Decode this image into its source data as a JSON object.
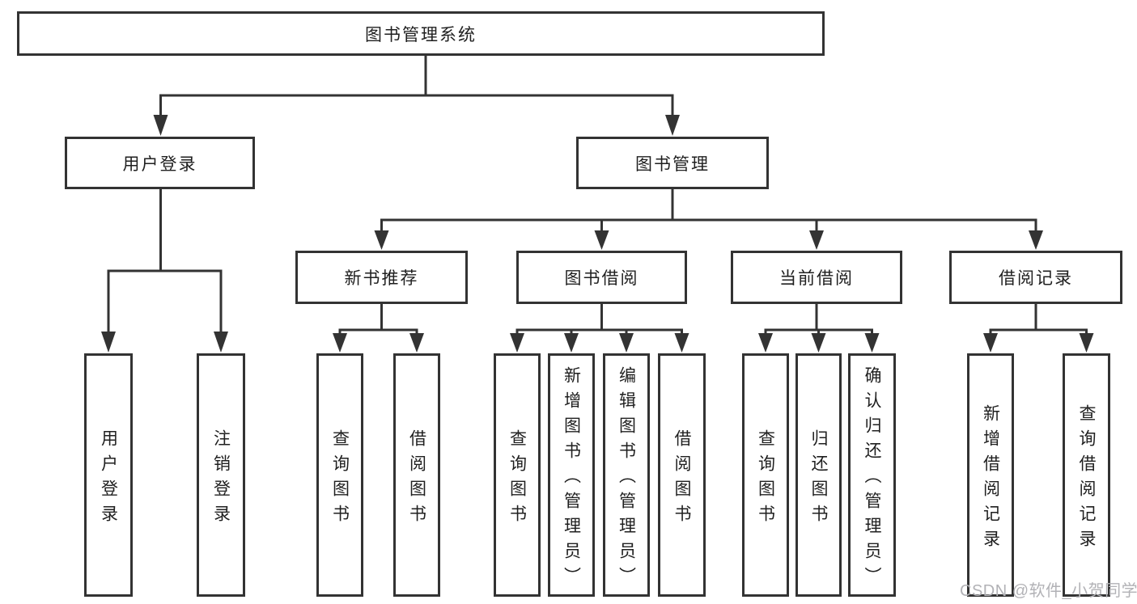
{
  "diagram": {
    "root": {
      "id": "library-management-system",
      "label": "图书管理系统"
    },
    "level2": [
      {
        "id": "user-login-module",
        "label": "用户登录",
        "parent": "图书管理系统"
      },
      {
        "id": "book-management-module",
        "label": "图书管理",
        "parent": "图书管理系统"
      }
    ],
    "level3": [
      {
        "id": "new-book-recommend",
        "label": "新书推荐",
        "parent": "图书管理"
      },
      {
        "id": "book-borrow",
        "label": "图书借阅",
        "parent": "图书管理"
      },
      {
        "id": "current-borrow",
        "label": "当前借阅",
        "parent": "图书管理"
      },
      {
        "id": "borrow-records",
        "label": "借阅记录",
        "parent": "图书管理"
      }
    ],
    "leaves": [
      {
        "id": "user-login",
        "label": "用户登录",
        "parent": "用户登录"
      },
      {
        "id": "logout",
        "label": "注销登录",
        "parent": "用户登录"
      },
      {
        "id": "query-books-1",
        "label": "查询图书",
        "parent": "新书推荐"
      },
      {
        "id": "borrow-books-1",
        "label": "借阅图书",
        "parent": "新书推荐"
      },
      {
        "id": "query-books-2",
        "label": "查询图书",
        "parent": "图书借阅"
      },
      {
        "id": "add-books-admin",
        "label": "新增图书（管理员）",
        "parent": "图书借阅"
      },
      {
        "id": "edit-books-admin",
        "label": "编辑图书（管理员）",
        "parent": "图书借阅"
      },
      {
        "id": "borrow-books-2",
        "label": "借阅图书",
        "parent": "图书借阅"
      },
      {
        "id": "query-books-3",
        "label": "查询图书",
        "parent": "当前借阅"
      },
      {
        "id": "return-books",
        "label": "归还图书",
        "parent": "当前借阅"
      },
      {
        "id": "confirm-return-admin",
        "label": "确认归还（管理员）",
        "parent": "当前借阅"
      },
      {
        "id": "add-borrow-record",
        "label": "新增借阅记录",
        "parent": "借阅记录"
      },
      {
        "id": "query-borrow-record",
        "label": "查询借阅记录",
        "parent": "借阅记录"
      }
    ]
  },
  "watermark": {
    "text": "CSDN @软件_小贺同学",
    "color": "#b2b2b6"
  },
  "colors": {
    "line": "#333333",
    "box_border": "#333333",
    "text": "#1f1f1f",
    "background": "#ffffff"
  }
}
